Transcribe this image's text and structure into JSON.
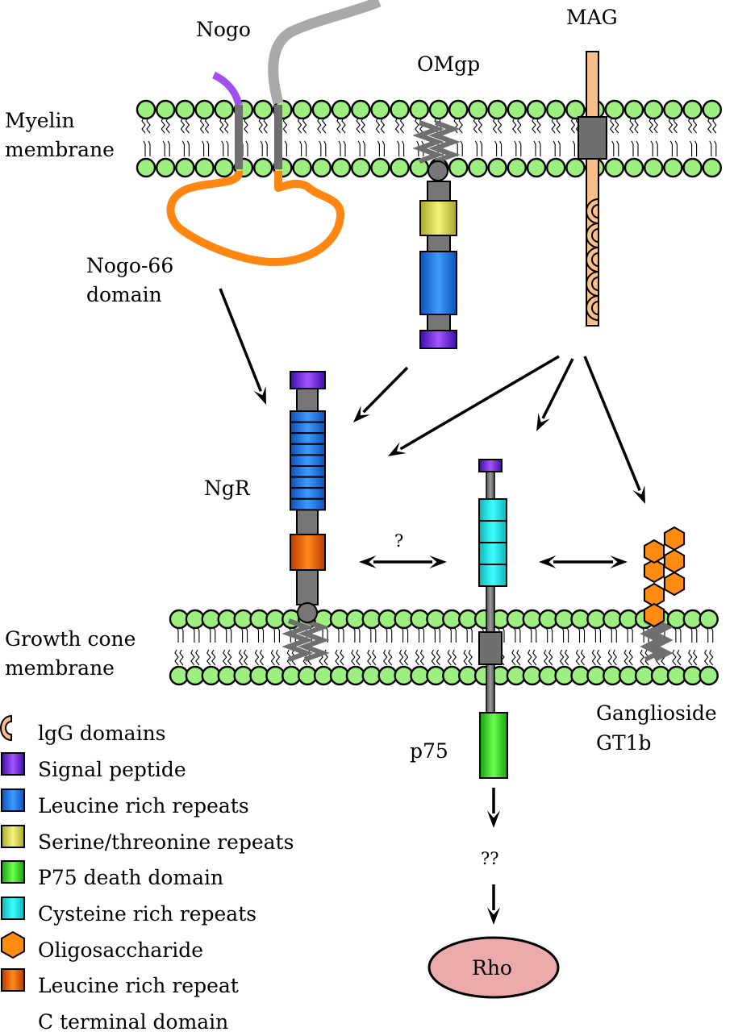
{
  "figure": {
    "title": "Myelin-associated inhibitors and their receptors on the growth cone",
    "labels": {
      "nogo": "Nogo",
      "omgp": "OMgp",
      "mag": "MAG",
      "myelin_membrane_1": "Myelin",
      "myelin_membrane_2": "membrane",
      "nogo66_1": "Nogo-66",
      "nogo66_2": "domain",
      "ngr": "NgR",
      "question": "?",
      "growth_cone_1": "Growth cone",
      "growth_cone_2": "membrane",
      "ganglioside_1": "Ganglioside",
      "ganglioside_2": "GT1b",
      "p75": "p75",
      "double_question": "??",
      "rho": "Rho"
    },
    "colors": {
      "lipid_head": "#9df07f",
      "signal_peptide": "#7b2fe0",
      "leucine_rich": "#1e6fe0",
      "serine_threonine": "#e0e060",
      "p75_death": "#33cc22",
      "cysteine_rich": "#22dde0",
      "oligosaccharide": "#ff8c10",
      "lrr_cterm": "#e0660a",
      "igg": "#f7c08a",
      "nogo_loop": "#ff8610",
      "nogo_tail": "#a9a9a9",
      "nogo_n": "#a050f0",
      "rho_fill": "#ecaaaa"
    }
  },
  "legend": {
    "items": [
      {
        "icon": "igg-domain-icon",
        "label": "lgG domains"
      },
      {
        "icon": "signal-peptide-swatch",
        "label": "Signal peptide"
      },
      {
        "icon": "leucine-rich-swatch",
        "label": "Leucine rich repeats"
      },
      {
        "icon": "serine-threonine-swatch",
        "label": "Serine/threonine repeats"
      },
      {
        "icon": "p75-death-swatch",
        "label": "P75 death domain"
      },
      {
        "icon": "cysteine-rich-swatch",
        "label": "Cysteine rich repeats"
      },
      {
        "icon": "oligosaccharide-icon",
        "label": "Oligosaccharide"
      },
      {
        "icon": "lrr-cterm-swatch",
        "label": "Leucine rich repeat"
      }
    ],
    "continuation": "C terminal domain"
  }
}
